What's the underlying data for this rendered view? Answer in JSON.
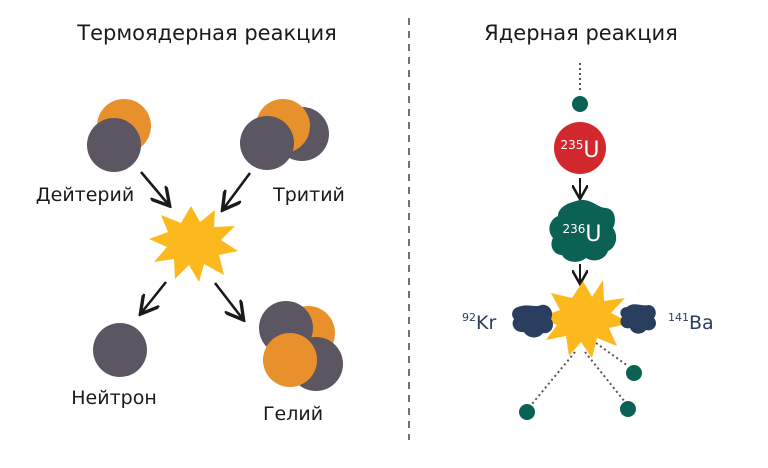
{
  "titles": {
    "left": "Термоядерная реакция",
    "right": "Ядерная реакция"
  },
  "fusion": {
    "deuterium": "Дейтерий",
    "tritium": "Тритий",
    "neutron": "Нейтрон",
    "helium": "Гелий"
  },
  "fission": {
    "u235": {
      "mass": "235",
      "symbol": "U"
    },
    "u236": {
      "mass": "236",
      "symbol": "U"
    },
    "krypton": {
      "mass": "92",
      "symbol": "Kr"
    },
    "barium": {
      "mass": "141",
      "symbol": "Ba"
    }
  },
  "colors": {
    "proton": "#e8912c",
    "neutron": "#5b5661",
    "explosion": "#fbb91d",
    "uranium235": "#d3272e",
    "uranium236": "#0b6153",
    "fragment": "#2a3e5f",
    "free_neutron": "#0b6153",
    "text": "#1a1a1a"
  }
}
